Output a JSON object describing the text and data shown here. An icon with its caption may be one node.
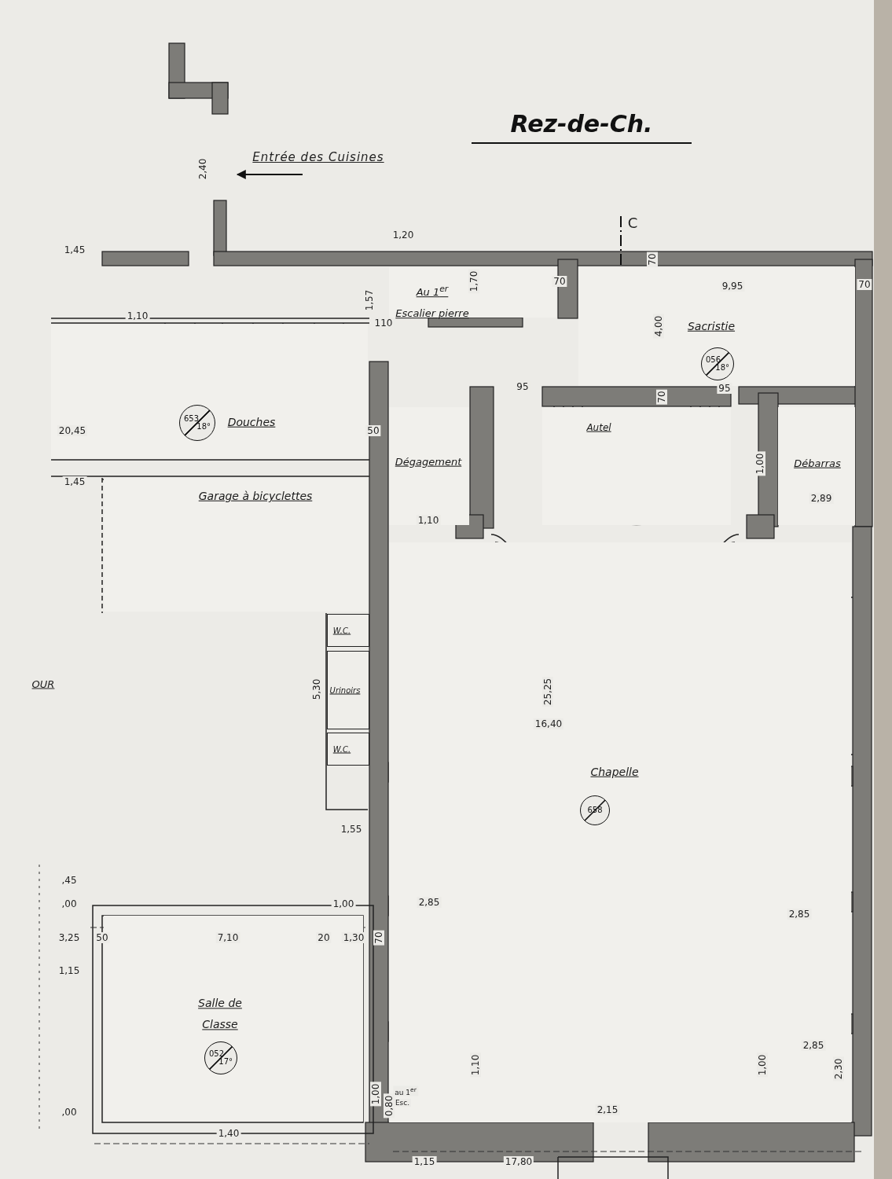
{
  "diagram": {
    "title": "Rez-de-Ch.",
    "nodes": [
      {
        "text": [
          "Douches"
        ]
      },
      {
        "text": [
          "653",
          "18°"
        ],
        "in": 0
      },
      {
        "text": [
          "Garage à bicyclettes"
        ]
      },
      {
        "text": [
          "Au 1$^{er}$",
          "Escalier pierre"
        ]
      },
      {
        "text": [
          "Sacristie"
        ]
      },
      {
        "text": [
          "056",
          "18°"
        ],
        "in": 4
      },
      {
        "text": [
          "Dégagement"
        ]
      },
      {
        "text": [
          "Autel"
        ]
      },
      {
        "text": [
          "Débarras"
        ]
      },
      {
        "text": [
          "Chapelle"
        ]
      },
      {
        "text": [
          "658"
        ],
        "in": 9
      },
      {
        "text": [
          "W.C."
        ]
      },
      {
        "text": [
          "Urinoirs"
        ]
      },
      {
        "text": [
          "W.C."
        ]
      },
      {
        "text": [
          "Salle de Classe"
        ]
      },
      {
        "text": [
          "052",
          "17°"
        ],
        "in": 14
      }
    ],
    "labels": [
      "Entrée des Cuisines",
      "C",
      "2,40",
      "1,45",
      "1,20",
      "1,57",
      "1,70",
      "70",
      "70",
      "9,95",
      "70",
      "1,10",
      "110",
      "4,00",
      "95",
      "95",
      "70",
      "20,45",
      "50",
      "1,00",
      "1,45",
      "1,10",
      "2,89",
      "OUR",
      "5,30",
      "25,25",
      "16,40",
      "1,55",
      ",45",
      ",00",
      "1,00",
      "2,85",
      "2,85",
      "3,25",
      "50",
      "7,10",
      "20",
      "1,30",
      "70",
      "1,15",
      "1,10",
      "1,00",
      "2,85",
      "2,30",
      ",00",
      "1,00",
      "0,80",
      "au 1$^{er}$",
      "Esc.",
      "2,15",
      "1,40",
      "1,15",
      "17,80"
    ]
  }
}
